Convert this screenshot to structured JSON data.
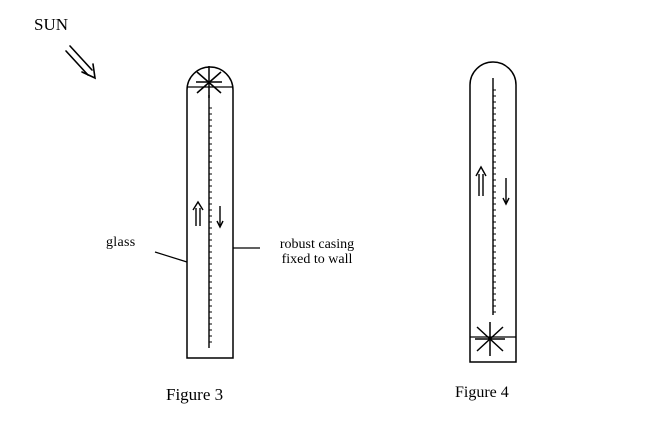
{
  "labels": {
    "sun": "SUN",
    "glass": "glass",
    "casing_line1": "robust casing",
    "casing_line2": "fixed to wall",
    "figure3": "Figure 3",
    "figure4": "Figure 4"
  },
  "colors": {
    "ink": "#000000",
    "background": "#ffffff"
  },
  "icons": {
    "sun_direction": "double-arrow-icon",
    "flow_up": "double-up-arrow-icon",
    "flow_down": "down-arrow-icon",
    "heat_source": "asterisk-star-icon"
  }
}
